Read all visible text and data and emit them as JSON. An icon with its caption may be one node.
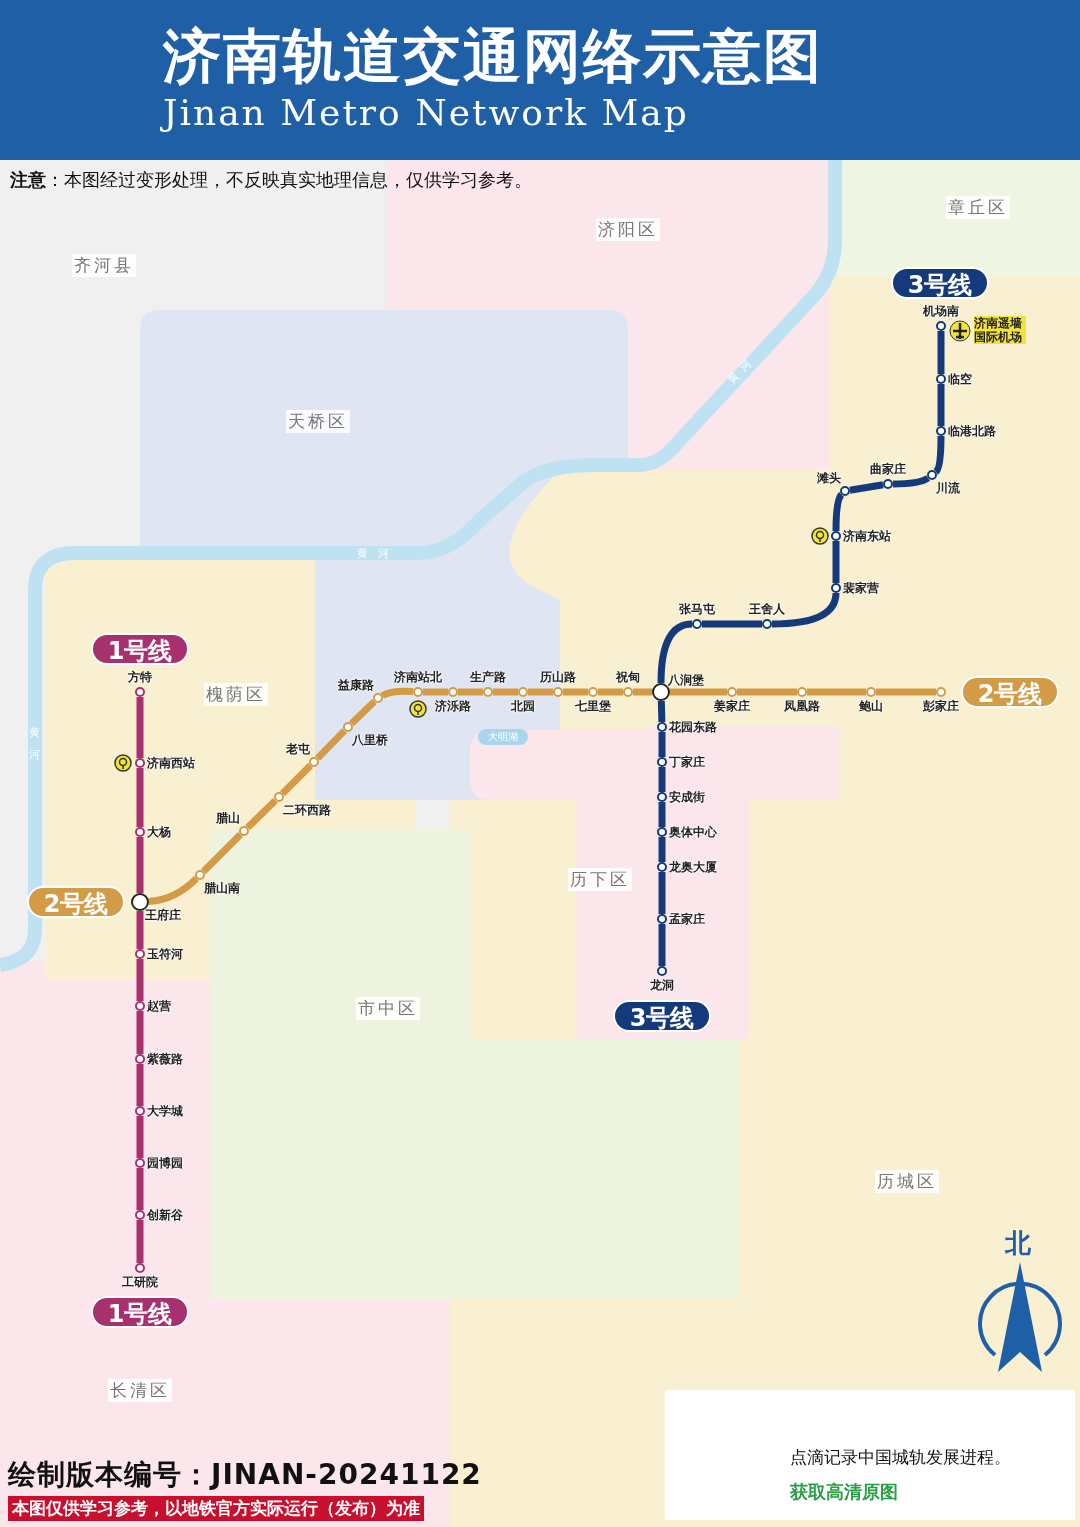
{
  "diagram": {
    "title": "济南轨道交通网络示意图",
    "nodes": [
      {
        "text": [
          "1号线"
        ]
      },
      {
        "text": [
          "1号线"
        ]
      },
      {
        "text": [
          "2号线"
        ]
      },
      {
        "text": [
          "2号线"
        ]
      },
      {
        "text": [
          "3号线"
        ]
      },
      {
        "text": [
          "3号线"
        ]
      },
      {
        "text": [
          "方特"
        ]
      },
      {
        "text": [
          "济南西站"
        ]
      },
      {
        "text": [
          "大杨"
        ]
      },
      {
        "text": [
          "王府庄"
        ]
      },
      {
        "text": [
          "玉符河"
        ]
      },
      {
        "text": [
          "赵营"
        ]
      },
      {
        "text": [
          "紫薇路"
        ]
      },
      {
        "text": [
          "大学城"
        ]
      },
      {
        "text": [
          "园博园"
        ]
      },
      {
        "text": [
          "创新谷"
        ]
      },
      {
        "text": [
          "工研院"
        ]
      },
      {
        "text": [
          "腊山南"
        ]
      },
      {
        "text": [
          "腊山"
        ]
      },
      {
        "text": [
          "二环西路"
        ]
      },
      {
        "text": [
          "老屯"
        ]
      },
      {
        "text": [
          "八里桥"
        ]
      },
      {
        "text": [
          "益康路"
        ]
      },
      {
        "text": [
          "济南站北"
        ]
      },
      {
        "text": [
          "济泺路"
        ]
      },
      {
        "text": [
          "生产路"
        ]
      },
      {
        "text": [
          "北园"
        ]
      },
      {
        "text": [
          "历山路"
        ]
      },
      {
        "text": [
          "七里堡"
        ]
      },
      {
        "text": [
          "祝甸"
        ]
      },
      {
        "text": [
          "八涧堡"
        ]
      },
      {
        "text": [
          "姜家庄"
        ]
      },
      {
        "text": [
          "凤凰路"
        ]
      },
      {
        "text": [
          "鲍山"
        ]
      },
      {
        "text": [
          "彭家庄"
        ]
      },
      {
        "text": [
          "机场南"
        ]
      },
      {
        "text": [
          "临空"
        ]
      },
      {
        "text": [
          "临港北路"
        ]
      },
      {
        "text": [
          "川流"
        ]
      },
      {
        "text": [
          "曲家庄"
        ]
      },
      {
        "text": [
          "滩头"
        ]
      },
      {
        "text": [
          "济南东站"
        ]
      },
      {
        "text": [
          "裴家营"
        ]
      },
      {
        "text": [
          "王舍人"
        ]
      },
      {
        "text": [
          "张马屯"
        ]
      },
      {
        "text": [
          "花园东路"
        ]
      },
      {
        "text": [
          "丁家庄"
        ]
      },
      {
        "text": [
          "安成街"
        ]
      },
      {
        "text": [
          "奥体中心"
        ]
      },
      {
        "text": [
          "龙奥大厦"
        ]
      },
      {
        "text": [
          "孟家庄"
        ]
      },
      {
        "text": [
          "龙洞"
        ]
      }
    ],
    "edges": [
      {
        "from": 6,
        "to": 7,
        "arrow": "none",
        "color": "#a6316e"
      },
      {
        "from": 7,
        "to": 8,
        "arrow": "none",
        "color": "#a6316e"
      },
      {
        "from": 8,
        "to": 9,
        "arrow": "none",
        "color": "#a6316e"
      },
      {
        "from": 9,
        "to": 10,
        "arrow": "none",
        "color": "#a6316e"
      },
      {
        "from": 10,
        "to": 11,
        "arrow": "none",
        "color": "#a6316e"
      },
      {
        "from": 11,
        "to": 12,
        "arrow": "none",
        "color": "#a6316e"
      },
      {
        "from": 12,
        "to": 13,
        "arrow": "none",
        "color": "#a6316e"
      },
      {
        "from": 13,
        "to": 14,
        "arrow": "none",
        "color": "#a6316e"
      },
      {
        "from": 14,
        "to": 15,
        "arrow": "none",
        "color": "#a6316e"
      },
      {
        "from": 15,
        "to": 16,
        "arrow": "none",
        "color": "#a6316e"
      },
      {
        "from": 9,
        "to": 17,
        "arrow": "none",
        "color": "#d39b45"
      },
      {
        "from": 17,
        "to": 18,
        "arrow": "none",
        "color": "#d39b45"
      },
      {
        "from": 18,
        "to": 19,
        "arrow": "none",
        "color": "#d39b45"
      },
      {
        "from": 19,
        "to": 20,
        "arrow": "none",
        "color": "#d39b45"
      },
      {
        "from": 20,
        "to": 21,
        "arrow": "none",
        "color": "#d39b45"
      },
      {
        "from": 21,
        "to": 22,
        "arrow": "none",
        "color": "#d39b45"
      },
      {
        "from": 22,
        "to": 23,
        "arrow": "none",
        "color": "#d39b45"
      },
      {
        "from": 23,
        "to": 24,
        "arrow": "none",
        "color": "#d39b45"
      },
      {
        "from": 24,
        "to": 25,
        "arrow": "none",
        "color": "#d39b45"
      },
      {
        "from": 25,
        "to": 26,
        "arrow": "none",
        "color": "#d39b45"
      },
      {
        "from": 26,
        "to": 27,
        "arrow": "none",
        "color": "#d39b45"
      },
      {
        "from": 27,
        "to": 28,
        "arrow": "none",
        "color": "#d39b45"
      },
      {
        "from": 28,
        "to": 29,
        "arrow": "none",
        "color": "#d39b45"
      },
      {
        "from": 29,
        "to": 30,
        "arrow": "none",
        "color": "#d39b45"
      },
      {
        "from": 30,
        "to": 31,
        "arrow": "none",
        "color": "#d39b45"
      },
      {
        "from": 31,
        "to": 32,
        "arrow": "none",
        "color": "#d39b45"
      },
      {
        "from": 32,
        "to": 33,
        "arrow": "none",
        "color": "#d39b45"
      },
      {
        "from": 33,
        "to": 34,
        "arrow": "none",
        "color": "#d39b45"
      },
      {
        "from": 35,
        "to": 36,
        "arrow": "none",
        "color": "#143a7b"
      },
      {
        "from": 36,
        "to": 37,
        "arrow": "none",
        "color": "#143a7b"
      },
      {
        "from": 37,
        "to": 38,
        "arrow": "none",
        "color": "#143a7b"
      },
      {
        "from": 38,
        "to": 39,
        "arrow": "none",
        "color": "#143a7b"
      },
      {
        "from": 39,
        "to": 40,
        "arrow": "none",
        "color": "#143a7b"
      },
      {
        "from": 40,
        "to": 41,
        "arrow": "none",
        "color": "#143a7b"
      },
      {
        "from": 41,
        "to": 42,
        "arrow": "none",
        "color": "#143a7b"
      },
      {
        "from": 42,
        "to": 43,
        "arrow": "none",
        "color": "#143a7b"
      },
      {
        "from": 43,
        "to": 44,
        "arrow": "none",
        "color": "#143a7b"
      },
      {
        "from": 44,
        "to": 30,
        "arrow": "none",
        "color": "#143a7b"
      },
      {
        "from": 30,
        "to": 45,
        "arrow": "none",
        "color": "#143a7b"
      },
      {
        "from": 45,
        "to": 46,
        "arrow": "none",
        "color": "#143a7b"
      },
      {
        "from": 46,
        "to": 47,
        "arrow": "none",
        "color": "#143a7b"
      },
      {
        "from": 47,
        "to": 48,
        "arrow": "none",
        "color": "#143a7b"
      },
      {
        "from": 48,
        "to": 49,
        "arrow": "none",
        "color": "#143a7b"
      },
      {
        "from": 49,
        "to": 50,
        "arrow": "none",
        "color": "#143a7b"
      },
      {
        "from": 50,
        "to": 51,
        "arrow": "none",
        "color": "#143a7b"
      }
    ],
    "labels": [
      "Jinan Metro Network Map",
      "**注意**：本图经过变形处理，不反映真实地理信息，仅供学习参考。",
      "章丘区",
      "济阳区",
      "齐河县",
      "天桥区",
      "黄河",
      "黄河",
      "槐荫区",
      "黄河",
      "大明湖",
      "历下区",
      "市中区",
      "历城区",
      "北",
      "长清区",
      "济南遥墙国际机场",
      "绘制版本编号：JINAN-20241122",
      "本图仅供学习参考，以地铁官方实际运行（发布）为准",
      "点滴记录中国城轨发展进程。",
      "获取高清原图"
    ]
  }
}
